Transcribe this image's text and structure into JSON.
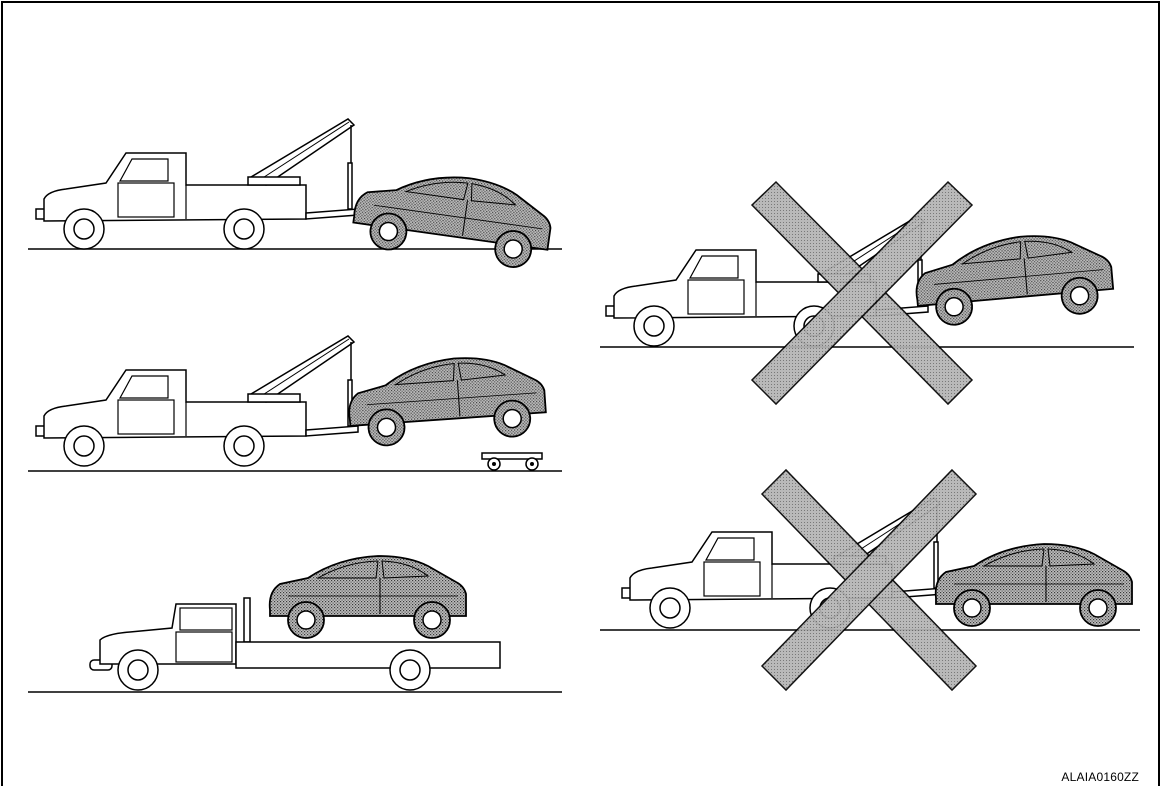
{
  "figure": {
    "id_label": "ALAIA0160ZZ"
  },
  "panels": [
    {
      "name": "wheel-lift-front-raised",
      "status": "correct"
    },
    {
      "name": "wheel-lift-rear-raised-with-dollies",
      "status": "correct"
    },
    {
      "name": "flatbed-transport",
      "status": "correct"
    },
    {
      "name": "wheel-lift-rear-raised-no-dollies",
      "status": "incorrect"
    },
    {
      "name": "towed-with-all-wheels-on-ground",
      "status": "incorrect"
    }
  ],
  "colors": {
    "line": "#000000",
    "car_fill": "#9a9a9a",
    "cross_fill": "#a6a6a6",
    "background": "#ffffff"
  },
  "icons": [
    "tow-truck-icon",
    "flatbed-truck-icon",
    "car-icon",
    "dolly-icon",
    "prohibited-cross-icon"
  ]
}
